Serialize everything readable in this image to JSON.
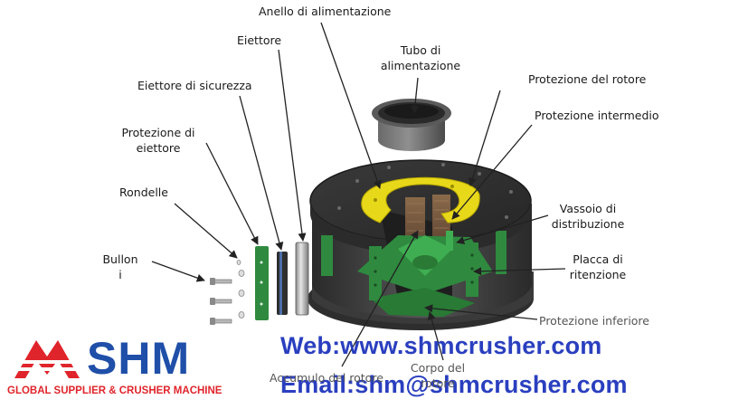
{
  "labels": {
    "anello": "Anello di alimentazione",
    "tubo_1": "Tubo di",
    "tubo_2": "alimentazione",
    "eiettore": "Eiettore",
    "eiettore_sicurezza": "Eiettore di sicurezza",
    "protezione_eiettore_1": "Protezione di",
    "protezione_eiettore_2": "eiettore",
    "rondelle": "Rondelle",
    "bulloni_1": "Bullon",
    "bulloni_2": "i",
    "protezione_rotore": "Protezione del rotore",
    "protezione_intermedio": "Protezione intermedio",
    "vassoio_1": "Vassoio di",
    "vassoio_2": "distribuzione",
    "placca_1": "Placca di",
    "placca_2": "ritenzione",
    "protezione_inferiore": "Protezione inferiore",
    "accumulo": "Accumulo del rotore",
    "corpo_1": "Corpo del",
    "corpo_2": "rotore"
  },
  "branding": {
    "logo": "SHM",
    "tagline": "GLOBAL SUPPLIER & CRUSHER MACHINE",
    "web": "Web:www.shmcrusher.com",
    "email": "Email:shm@shmcrusher.com"
  },
  "colors": {
    "brand_red": "#e0242b",
    "brand_blue": "#1f4fa8",
    "watermark_blue": "#2a3fbf",
    "rotor_dark": "#3b3b3b",
    "wear_green": "#2f8a3f",
    "feed_ring_yellow": "#e8d81a"
  }
}
